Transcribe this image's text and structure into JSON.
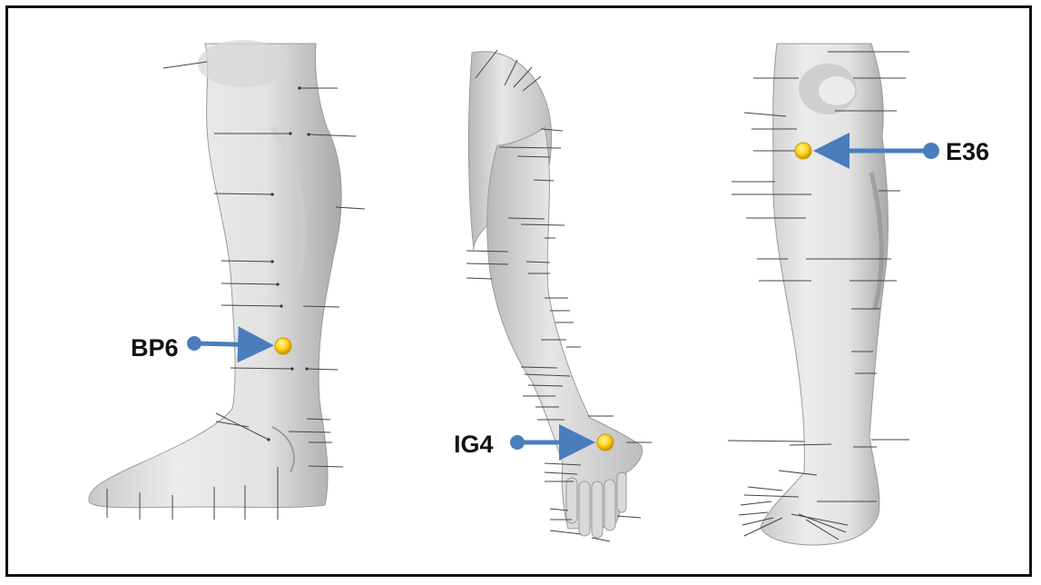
{
  "annotations": {
    "bp6": "BP6",
    "ig4": "IG4",
    "e36": "E36"
  },
  "colors": {
    "arrow": "#4a7dbd",
    "point_outer": "#e3b400",
    "point_inner": "#ffe84d",
    "border": "#111111"
  },
  "figures": [
    {
      "name": "leg-medial-view"
    },
    {
      "name": "arm-and-hand"
    },
    {
      "name": "leg-anterior-view"
    }
  ]
}
